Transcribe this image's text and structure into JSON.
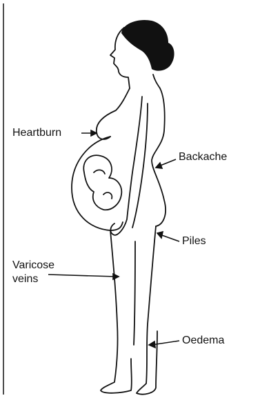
{
  "labels": {
    "heartburn": "Heartburn",
    "backache": "Backache",
    "piles": "Piles",
    "varicose_line1": "Varicose",
    "varicose_line2": "veins",
    "oedema": "Oedema"
  },
  "colors": {
    "ink": "#111111",
    "hair": "#111111",
    "background": "#ffffff"
  }
}
